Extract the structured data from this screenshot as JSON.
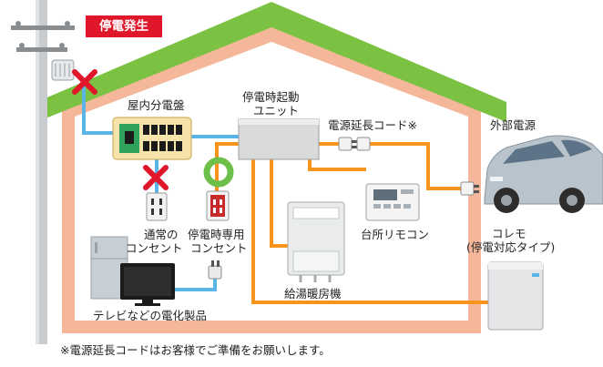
{
  "labels": {
    "outage": "停電発生",
    "panel": "屋内分電盤",
    "unit_line1": "停電時起動",
    "unit_line2": "ユニット",
    "extension_cord": "電源延長コード※",
    "external_power": "外部電源",
    "normal_outlet_line1": "通常の",
    "normal_outlet_line2": "コンセント",
    "outage_outlet_line1": "停電時専用",
    "outage_outlet_line2": "コンセント",
    "kitchen_remote": "台所リモコン",
    "battery_line1": "コレモ",
    "battery_line2": "(停電対応タイプ)",
    "water_heater": "給湯暖房機",
    "appliances": "テレビなどの電化製品"
  },
  "footnote": "※電源延長コードはお客様でご準備をお願いします。",
  "colors": {
    "roof": "#7cc242",
    "wall": "#f5b79a",
    "wire_orange": "#f7941d",
    "wire_blue": "#5ab4e5",
    "cross_red": "#e0162b",
    "ring_green": "#6cc04a"
  },
  "icons": [
    "utility-pole-icon",
    "distribution-panel-icon",
    "car-icon",
    "plug-icon",
    "outlet-icon",
    "tv-icon",
    "refrigerator-icon",
    "water-heater-icon",
    "remote-control-icon",
    "battery-unit-icon",
    "cross-mark-icon"
  ]
}
